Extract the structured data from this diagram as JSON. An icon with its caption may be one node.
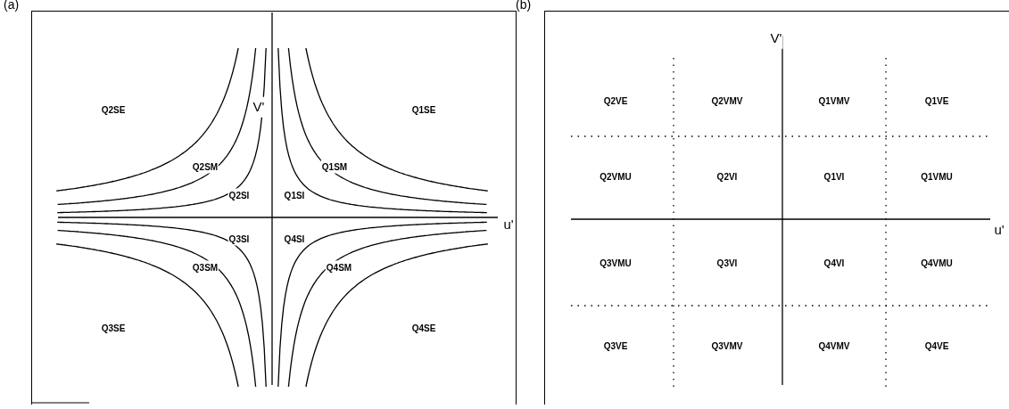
{
  "diagram": {
    "nodes": [
      {
        "text": [
          "(a)"
        ]
      },
      {
        "text": [
          "(b)"
        ]
      }
    ],
    "labels": [
      "Q2SE",
      "Q1SE",
      "V'",
      "Q2SM",
      "Q1SM",
      "Q2SI",
      "Q1SI",
      "u'",
      "Q3SI",
      "Q4SI",
      "Q3SM",
      "Q4SM",
      "Q3SE",
      "Q4SE",
      "V'",
      "Q2VE",
      "Q2VMV",
      "Q1VMV",
      "Q1VE",
      "Q2VMU",
      "Q2VI",
      "Q1VI",
      "Q1VMU",
      "u'",
      "Q3VMU",
      "Q3VI",
      "Q4VI",
      "Q4VMU",
      "Q3VE",
      "Q3VMV",
      "Q4VMV",
      "Q4VE"
    ]
  }
}
